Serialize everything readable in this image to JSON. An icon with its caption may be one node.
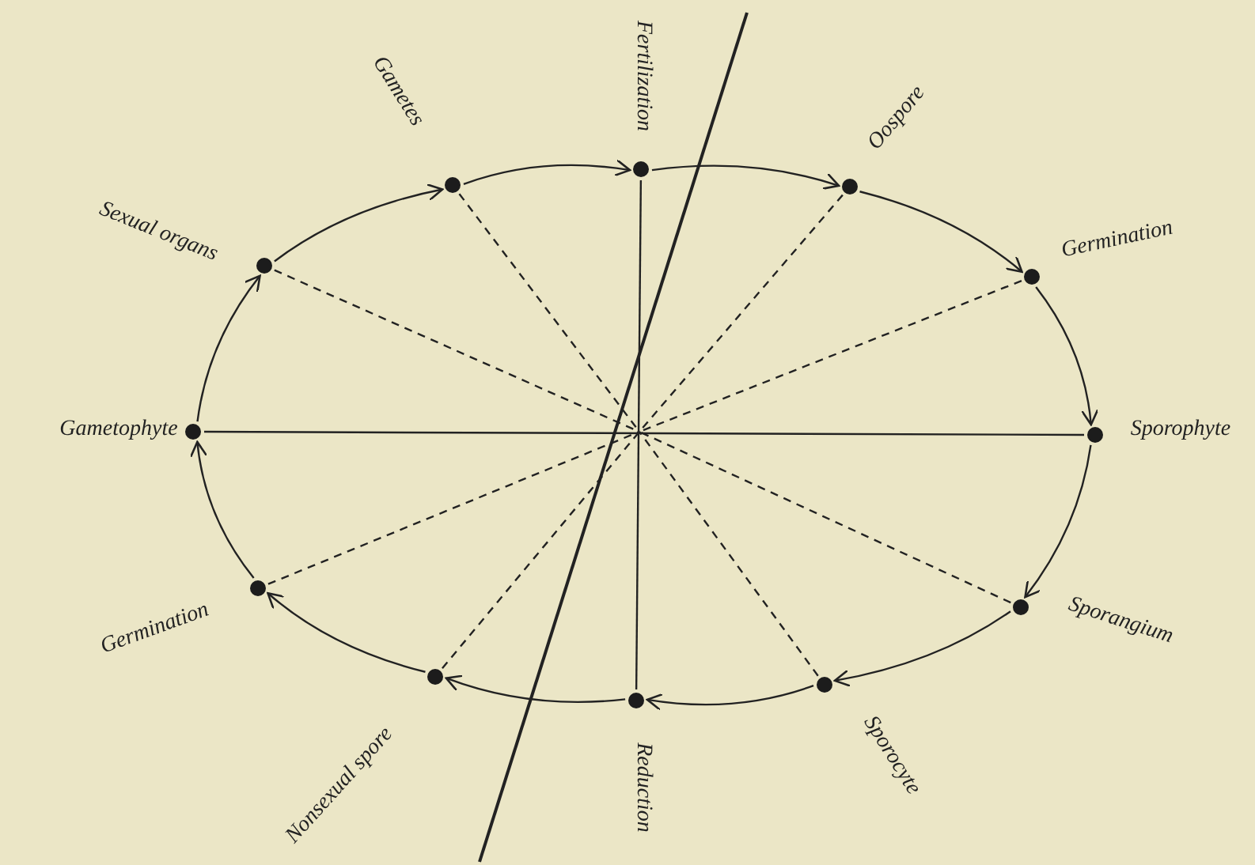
{
  "diagram": {
    "nodes": [
      {
        "text": [
          "Gametes"
        ]
      },
      {
        "text": [
          "Fertilization"
        ]
      },
      {
        "text": [
          "Oospore"
        ]
      },
      {
        "text": [
          "Germination"
        ]
      },
      {
        "text": [
          "Sporophyte"
        ]
      },
      {
        "text": [
          "Sporangium"
        ]
      },
      {
        "text": [
          "Sporocyte"
        ]
      },
      {
        "text": [
          "Reduction"
        ]
      },
      {
        "text": [
          "Nonsexual spore"
        ]
      },
      {
        "text": [
          "Germination"
        ]
      },
      {
        "text": [
          "Gametophyte"
        ]
      },
      {
        "text": [
          "Sexual organs"
        ]
      }
    ],
    "edges": [
      {
        "from": 0,
        "to": 1,
        "arrow": "to"
      },
      {
        "from": 1,
        "to": 2,
        "arrow": "to"
      },
      {
        "from": 2,
        "to": 3,
        "arrow": "to"
      },
      {
        "from": 3,
        "to": 4,
        "arrow": "to"
      },
      {
        "from": 4,
        "to": 5,
        "arrow": "to"
      },
      {
        "from": 5,
        "to": 6,
        "arrow": "to"
      },
      {
        "from": 6,
        "to": 7,
        "arrow": "to"
      },
      {
        "from": 7,
        "to": 8,
        "arrow": "to"
      },
      {
        "from": 8,
        "to": 9,
        "arrow": "to"
      },
      {
        "from": 9,
        "to": 10,
        "arrow": "to"
      },
      {
        "from": 10,
        "to": 11,
        "arrow": "to"
      },
      {
        "from": 11,
        "to": 0,
        "arrow": "to"
      },
      {
        "from": 10,
        "to": 4,
        "arrow": "none"
      },
      {
        "from": 1,
        "to": 7,
        "arrow": "none"
      },
      {
        "from": 0,
        "to": null,
        "arrow": "none",
        "style": "dashed"
      },
      {
        "from": 2,
        "to": null,
        "arrow": "none",
        "style": "dashed"
      },
      {
        "from": 3,
        "to": null,
        "arrow": "none",
        "style": "dashed"
      },
      {
        "from": 5,
        "to": null,
        "arrow": "none",
        "style": "dashed"
      },
      {
        "from": 6,
        "to": null,
        "arrow": "none",
        "style": "dashed"
      },
      {
        "from": 8,
        "to": null,
        "arrow": "none",
        "style": "dashed"
      },
      {
        "from": 9,
        "to": null,
        "arrow": "none",
        "style": "dashed"
      },
      {
        "from": 11,
        "to": null,
        "arrow": "none",
        "style": "dashed"
      }
    ]
  }
}
